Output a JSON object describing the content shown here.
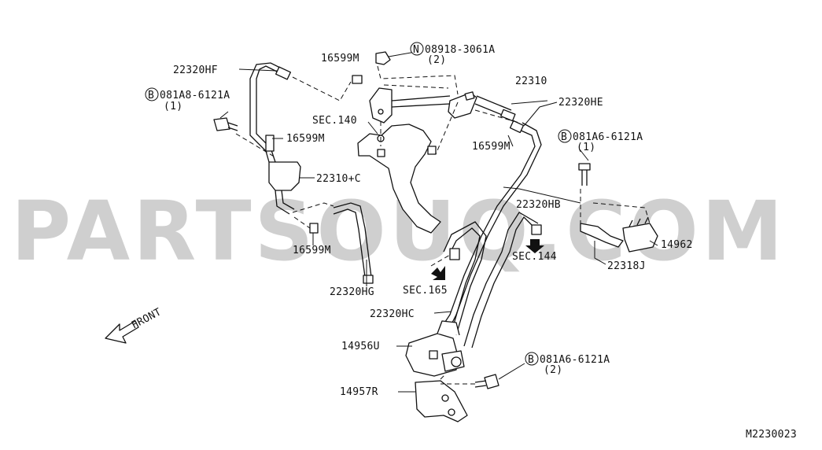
{
  "watermark": "PARTSOUQ.COM",
  "diagram_id": "M2230023",
  "front_label": "FRONT",
  "labels": {
    "hose_hf": "22320HF",
    "hose_he": "22320HE",
    "hose_hb": "22320HB",
    "hose_hg": "22320HG",
    "hose_hc": "22320HC",
    "valve_22310": "22310",
    "valve_22310c": "22310+C",
    "clamp_a": "16599M",
    "clamp_b": "16599M",
    "clamp_c": "16599M",
    "clamp_d": "16599M",
    "sec_140": "SEC.140",
    "sec_144": "SEC.144",
    "sec_165": "SEC.165",
    "solenoid": "14956U",
    "bracket": "14957R",
    "connector": "14962",
    "bracket_j": "22318J",
    "nut_code": "08918-3061A",
    "nut_qty": "(2)",
    "bolt1_code": "081A8-6121A",
    "bolt1_qty": "(1)",
    "bolt2_code": "081A6-6121A",
    "bolt2_qty": "(1)",
    "bolt3_code": "081A6-6121A",
    "bolt3_qty": "(2)"
  },
  "prefix": {
    "bolt": "B",
    "nut": "N"
  }
}
